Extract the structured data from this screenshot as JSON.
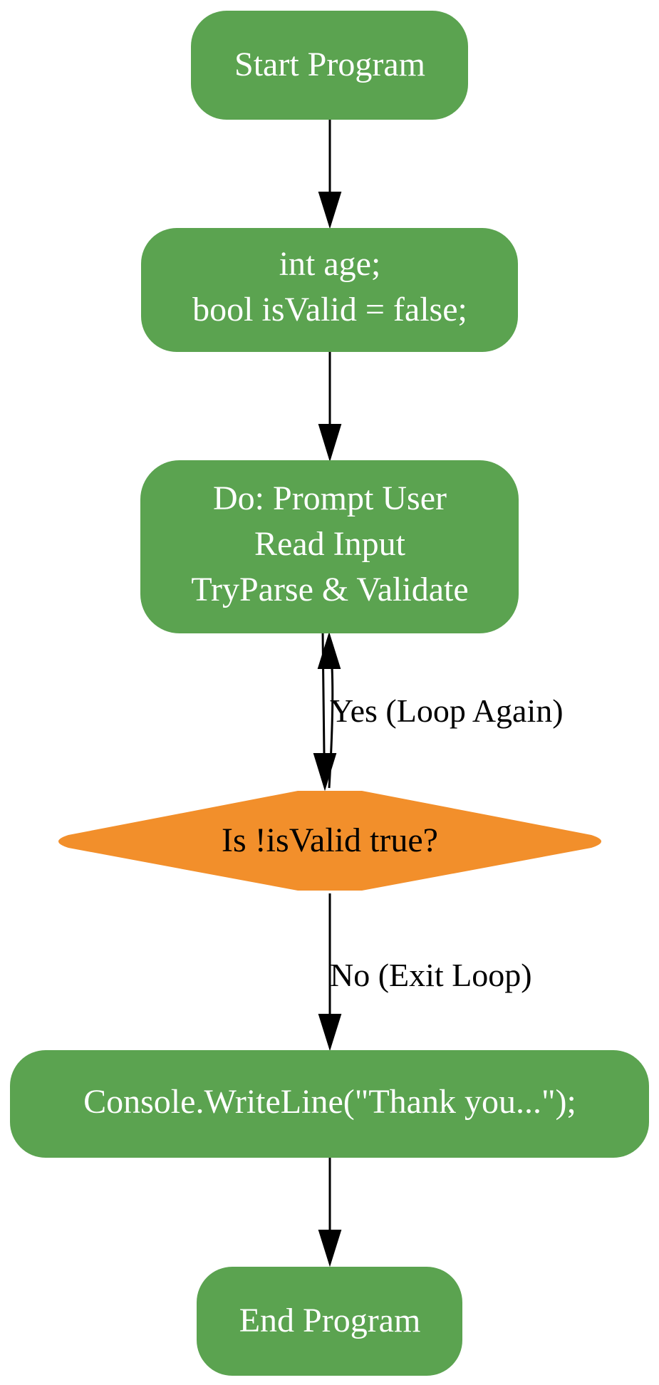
{
  "colors": {
    "process_fill": "#5ba350",
    "decision_fill": "#f28f2b",
    "process_text": "#ffffff",
    "decision_text": "#000000",
    "edge": "#000000"
  },
  "nodes": {
    "start": {
      "shape": "rounded-rect",
      "lines": [
        "Start Program"
      ]
    },
    "declare": {
      "shape": "rounded-rect",
      "lines": [
        "int age;",
        "bool isValid = false;"
      ]
    },
    "do_block": {
      "shape": "rounded-rect",
      "lines": [
        "Do: Prompt User",
        "Read Input",
        "TryParse & Validate"
      ]
    },
    "decision": {
      "shape": "diamond",
      "lines": [
        "Is !isValid true?"
      ]
    },
    "thank_you": {
      "shape": "rounded-rect",
      "lines": [
        "Console.WriteLine(\"Thank you...\");"
      ]
    },
    "end": {
      "shape": "rounded-rect",
      "lines": [
        "End Program"
      ]
    }
  },
  "edges": {
    "yes_label": "Yes (Loop Again)",
    "no_label": "No (Exit Loop)"
  }
}
